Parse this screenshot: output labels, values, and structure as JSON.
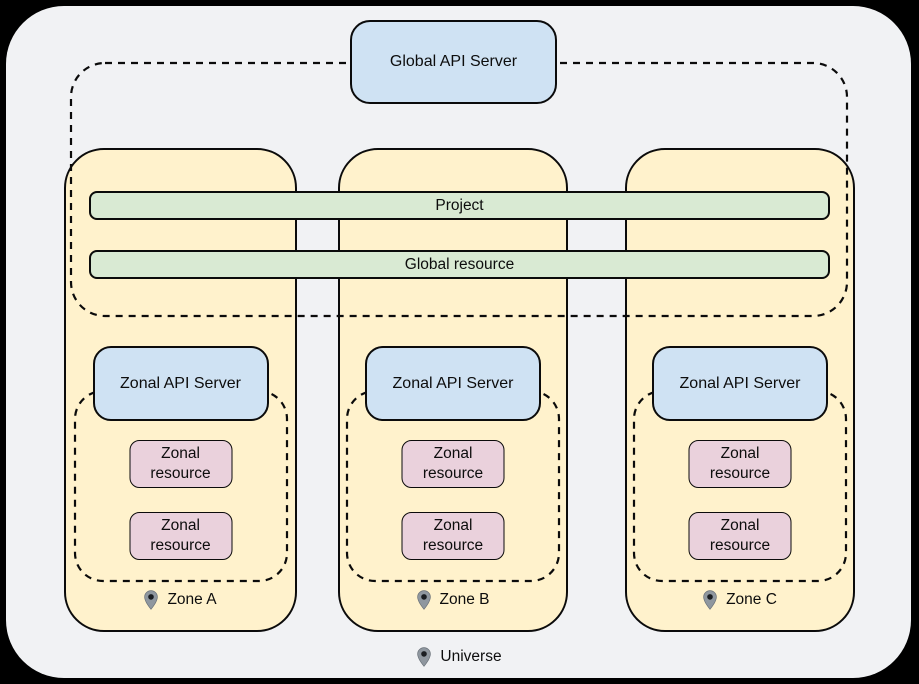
{
  "diagram": {
    "global_api_server": {
      "label": "Global API Server"
    },
    "span_bars": {
      "project": "Project",
      "global_resource": "Global resource"
    },
    "zones": [
      {
        "label": "Zone A",
        "api_server_label": "Zonal API Server",
        "resources": [
          "Zonal resource",
          "Zonal resource"
        ]
      },
      {
        "label": "Zone B",
        "api_server_label": "Zonal API Server",
        "resources": [
          "Zonal resource",
          "Zonal resource"
        ]
      },
      {
        "label": "Zone C",
        "api_server_label": "Zonal API Server",
        "resources": [
          "Zonal resource",
          "Zonal resource"
        ]
      }
    ],
    "universe": {
      "label": "Universe"
    },
    "icons": {
      "zone_marker": "location-pin-icon",
      "universe_marker": "location-pin-icon"
    },
    "colors": {
      "frame_background": "#000000",
      "universe_fill": "#f1f2f4",
      "zone_fill": "#fff2cc",
      "api_server_fill": "#cfe2f3",
      "span_bar_fill": "#d9ead3",
      "zonal_resource_fill": "#ead1dc",
      "outline": "#0b0b0b",
      "pin_gray": "#8f979f"
    }
  }
}
